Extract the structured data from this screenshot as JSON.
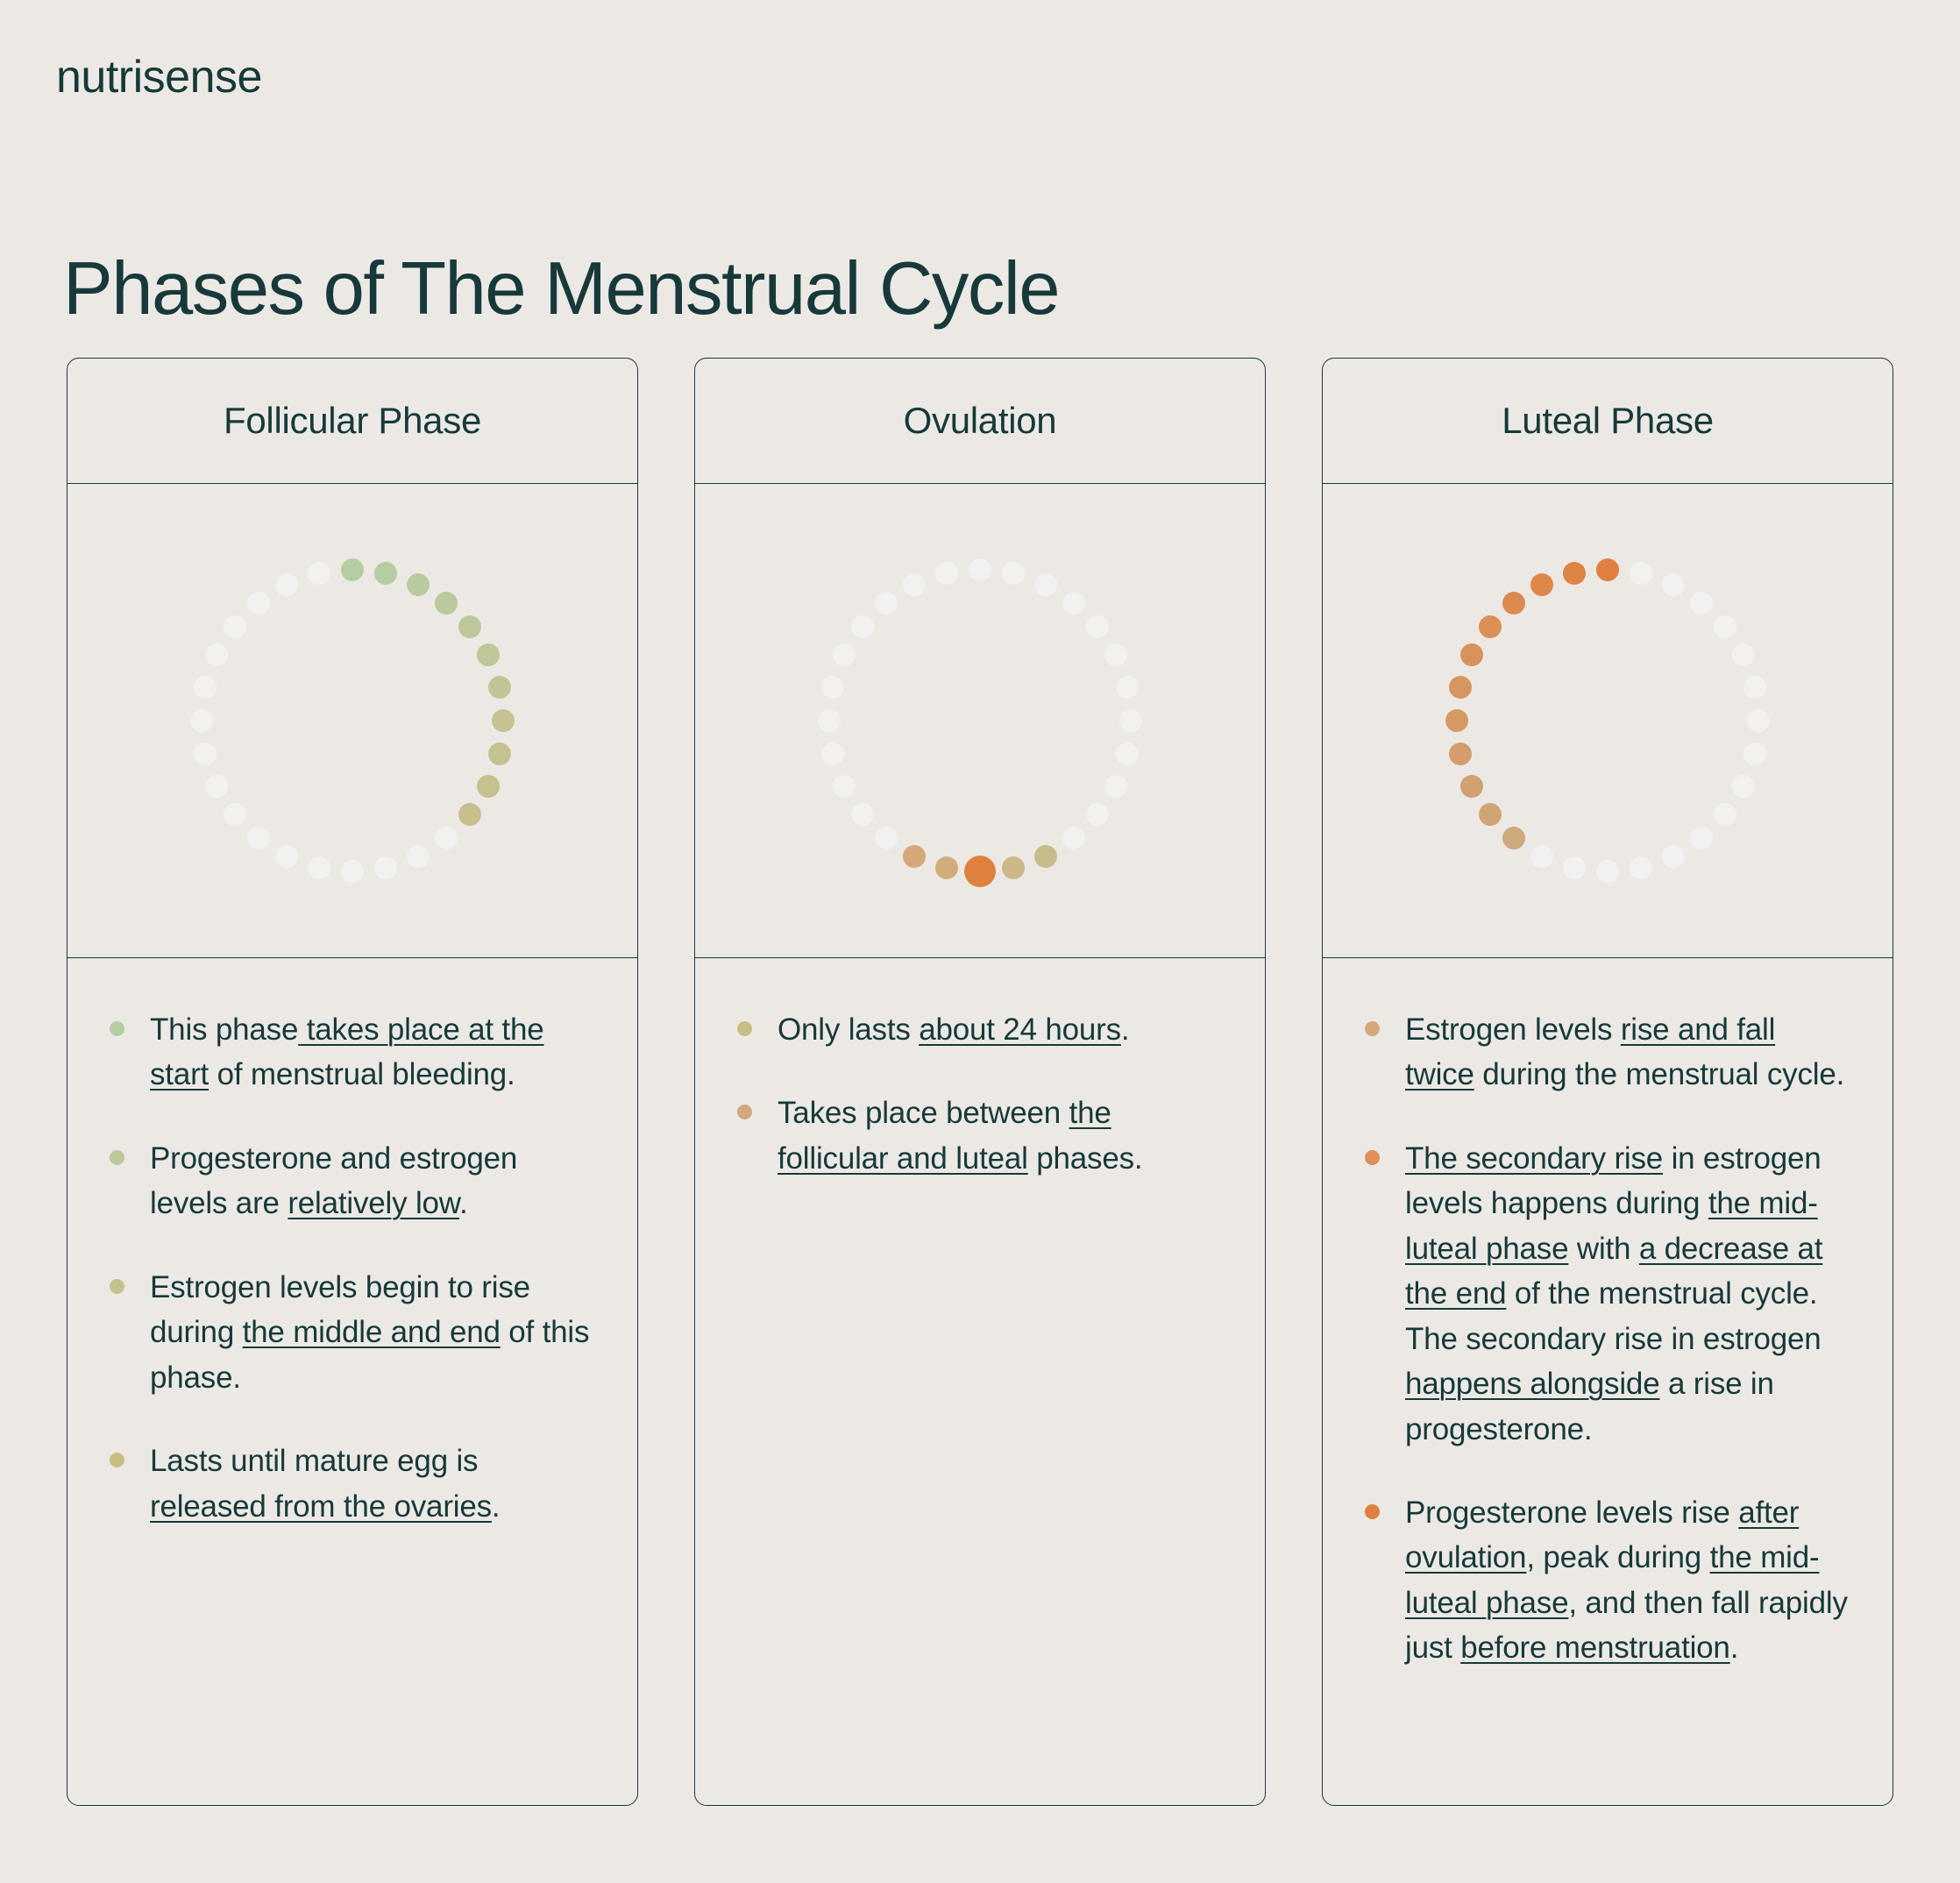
{
  "brand": {
    "name": "nutrisense"
  },
  "page": {
    "title": "Phases of The Menstrual Cycle"
  },
  "colors": {
    "background": "#ece9e5",
    "ink": "#17393a",
    "dot_inactive": "#f2f1ef",
    "green": "#b4cda3",
    "khaki": "#c0be8e",
    "gold": "#c9ac6e",
    "tan": "#d5a978",
    "orange_light": "#dd9e66",
    "orange": "#e0803f"
  },
  "cards": [
    {
      "id": "follicular",
      "title": "Follicular Phase",
      "graphic": {
        "type": "cycle-ring",
        "total_dots": 28,
        "active_dots": 11,
        "active_start_index": 0,
        "direction": "clockwise",
        "start_angle_deg": -90,
        "gradient": [
          "#b4cda3",
          "#c9bf8d"
        ],
        "highlight_index": null
      },
      "bullets": [
        {
          "dot_color": "#b4cda3",
          "segments": [
            {
              "text": "This phase",
              "underline": false
            },
            {
              "text": " takes place at the start",
              "underline": true
            },
            {
              "text": " of menstrual bleeding.",
              "underline": false
            }
          ]
        },
        {
          "dot_color": "#bcc89a",
          "segments": [
            {
              "text": "Progesterone and estrogen levels are ",
              "underline": false
            },
            {
              "text": "relatively low",
              "underline": true
            },
            {
              "text": ".",
              "underline": false
            }
          ]
        },
        {
          "dot_color": "#c4c291",
          "segments": [
            {
              "text": "Estrogen levels begin to rise during ",
              "underline": false
            },
            {
              "text": "the middle and end",
              "underline": true
            },
            {
              "text": " of this phase.",
              "underline": false
            }
          ]
        },
        {
          "dot_color": "#c9bd86",
          "segments": [
            {
              "text": "Lasts until mature egg is ",
              "underline": false
            },
            {
              "text": "released from the ovaries",
              "underline": true
            },
            {
              "text": ".",
              "underline": false
            }
          ]
        }
      ]
    },
    {
      "id": "ovulation",
      "title": "Ovulation",
      "graphic": {
        "type": "cycle-ring",
        "total_dots": 28,
        "active_dots": 5,
        "active_start_index": 12,
        "direction": "clockwise",
        "start_angle_deg": -90,
        "gradient": [
          "#c7bd8b",
          "#d6a877"
        ],
        "highlight_index": 14,
        "highlight_color": "#e0803f"
      },
      "bullets": [
        {
          "dot_color": "#c9bd86",
          "segments": [
            {
              "text": "Only lasts ",
              "underline": false
            },
            {
              "text": "about 24 hours",
              "underline": true
            },
            {
              "text": ".",
              "underline": false
            }
          ]
        },
        {
          "dot_color": "#d3a87c",
          "segments": [
            {
              "text": "Takes place between ",
              "underline": false
            },
            {
              "text": "the follicular and luteal",
              "underline": true
            },
            {
              "text": " phases.",
              "underline": false
            }
          ]
        }
      ]
    },
    {
      "id": "luteal",
      "title": "Luteal Phase",
      "graphic": {
        "type": "cycle-ring",
        "total_dots": 28,
        "active_dots": 12,
        "active_start_index": 17,
        "direction": "clockwise",
        "start_angle_deg": -90,
        "gradient": [
          "#cfa87c",
          "#e0803f"
        ],
        "highlight_index": null
      },
      "bullets": [
        {
          "dot_color": "#d5a87a",
          "segments": [
            {
              "text": "Estrogen levels ",
              "underline": false
            },
            {
              "text": "rise and fall twice",
              "underline": true
            },
            {
              "text": " during the menstrual cycle.",
              "underline": false
            }
          ]
        },
        {
          "dot_color": "#dd9058",
          "segments": [
            {
              "text": "The secondary rise",
              "underline": true
            },
            {
              "text": " in estrogen levels happens during ",
              "underline": false
            },
            {
              "text": "the mid-luteal phase",
              "underline": true
            },
            {
              "text": " with ",
              "underline": false
            },
            {
              "text": "a decrease at the end",
              "underline": true
            },
            {
              "text": " of the menstrual cycle. The secondary rise in estrogen ",
              "underline": false
            },
            {
              "text": "happens alongside",
              "underline": true
            },
            {
              "text": " a rise in progesterone.",
              "underline": false
            }
          ]
        },
        {
          "dot_color": "#e0803f",
          "segments": [
            {
              "text": "Progesterone levels rise ",
              "underline": false
            },
            {
              "text": "after ovulation",
              "underline": true
            },
            {
              "text": ", peak during ",
              "underline": false
            },
            {
              "text": "the mid-luteal phase",
              "underline": true
            },
            {
              "text": ", and then fall rapidly just ",
              "underline": false
            },
            {
              "text": "before menstruation",
              "underline": true
            },
            {
              "text": ".",
              "underline": false
            }
          ]
        }
      ]
    }
  ]
}
